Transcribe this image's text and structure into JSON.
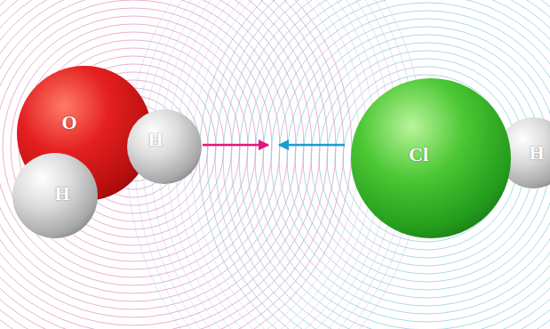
{
  "diagram": {
    "nodes": [
      {
        "text": [
          "O"
        ]
      },
      {
        "text": [
          "H"
        ]
      },
      {
        "text": [
          "H"
        ]
      },
      {
        "text": [
          "Cl"
        ]
      },
      {
        "text": [
          "H"
        ]
      }
    ]
  }
}
